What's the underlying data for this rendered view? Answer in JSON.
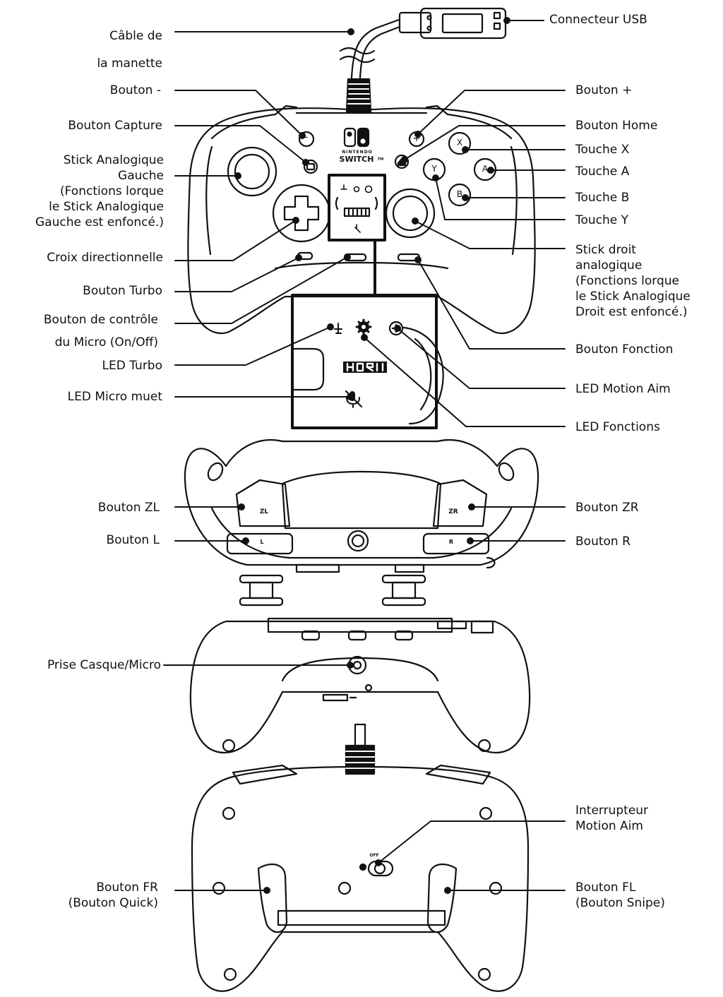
{
  "brand": {
    "console_line1": "NINTENDO",
    "console_line2": "SWITCH",
    "tm": "TM",
    "maker_logo": "HORI"
  },
  "buttons_text": {
    "minus": "-",
    "plus": "+",
    "x": "X",
    "a": "A",
    "b": "B",
    "y": "Y",
    "zl": "ZL",
    "zr": "ZR",
    "l": "L",
    "r": "R",
    "off": "OFF"
  },
  "labels": {
    "cable": "Câble de\nla manette",
    "usb": "Connecteur USB",
    "minus": "Bouton -",
    "plus": "Bouton +",
    "capture": "Bouton Capture",
    "home": "Bouton Home",
    "left_stick": "Stick Analogique\nGauche\n(Fonctions lorque\nle Stick Analogique\nGauche est enfoncé.)",
    "x_button": "Touche X",
    "a_button": "Touche A",
    "b_button": "Touche B",
    "y_button": "Touche Y",
    "dpad": "Croix directionnelle",
    "right_stick": "Stick droit\nanalogique\n(Fonctions lorque\nle Stick Analogique\nDroit est enfoncé.)",
    "turbo_button": "Bouton Turbo",
    "mic_button": "Bouton de contrôle\ndu Micro (On/Off)",
    "function_button": "Bouton Fonction",
    "turbo_led": "LED Turbo",
    "motion_led": "LED Motion Aim",
    "mic_mute_led": "LED Micro muet",
    "functions_led": "LED Fonctions",
    "zl": "Bouton ZL",
    "zr": "Bouton ZR",
    "l": "Bouton L",
    "r": "Bouton R",
    "headset": "Prise Casque/Micro",
    "motion_switch": "Interrupteur\nMotion Aim",
    "fr": "Bouton FR\n(Bouton Quick)",
    "fl": "Bouton FL\n(Bouton Snipe)"
  }
}
